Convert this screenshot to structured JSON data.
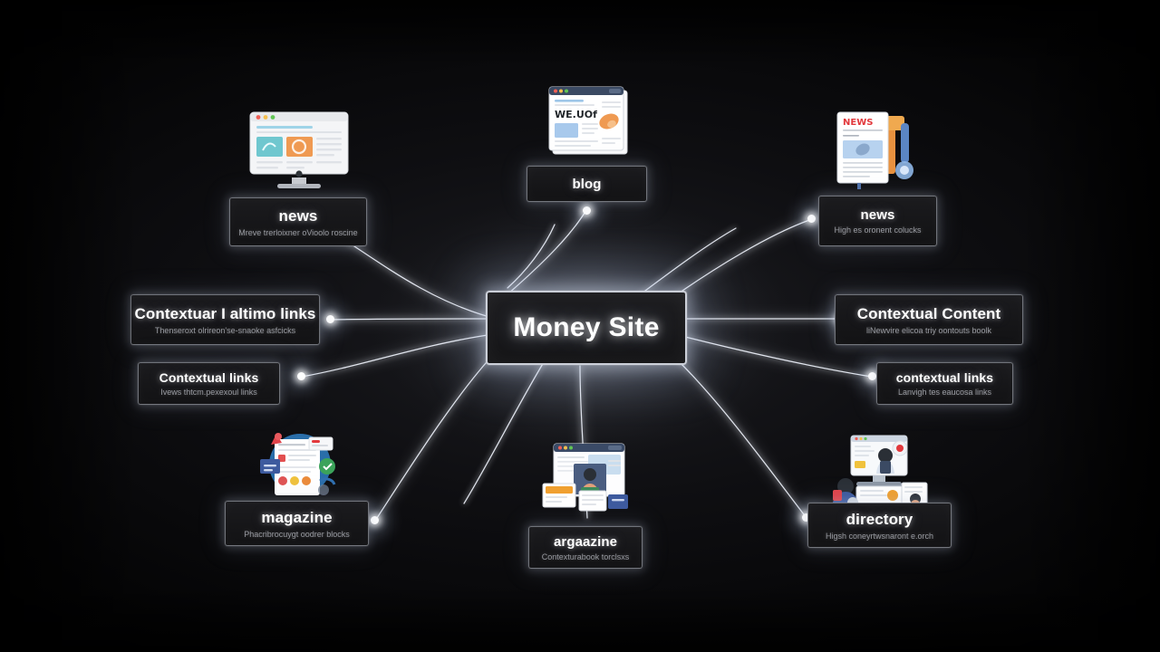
{
  "diagram": {
    "title": "Money Site link network",
    "background_color": "#0e0e11",
    "accent_color": "#ffffff",
    "hub": {
      "label": "Money Site"
    },
    "nodes": [
      {
        "id": "news-left",
        "title": "news",
        "subtitle": "Mreve trerloixner oVioolo roscine",
        "icon": "desktop-monitor-website-icon"
      },
      {
        "id": "blog-top",
        "title": "blog",
        "subtitle": "",
        "icon": "browser-article-window-icon"
      },
      {
        "id": "news-right",
        "title": "news",
        "subtitle": "High es oronent colucks",
        "icon": "newspaper-magnifier-icon"
      },
      {
        "id": "contextual-altimo-links",
        "title": "Contextuar I altimo links",
        "subtitle": "Thenseroxt olrireon'se-snaoke asfcicks",
        "icon": ""
      },
      {
        "id": "contextual-links-left",
        "title": "Contextual links",
        "subtitle": "Ivews thtcm.pexexoul links",
        "icon": ""
      },
      {
        "id": "contextual-content-right",
        "title": "Contextual Content",
        "subtitle": "liNewvire elicoa triy oontouts boolk",
        "icon": ""
      },
      {
        "id": "contextual-links-right",
        "title": "contextual links",
        "subtitle": "Lanvigh tes eaucosa links",
        "icon": ""
      },
      {
        "id": "magazine-bottom-left",
        "title": "magazine",
        "subtitle": "Phacribrocuygt oodrer blocks",
        "icon": "colorful-collage-circle-icon"
      },
      {
        "id": "argaazine-bottom-center",
        "title": "argaazine",
        "subtitle": "Contexturabook torclsxs",
        "icon": "stacked-browser-windows-icon"
      },
      {
        "id": "directory-bottom-right",
        "title": "directory",
        "subtitle": "Higsh coneyrtwsnaront e.orch",
        "icon": "directory-people-monitor-icon"
      }
    ]
  }
}
